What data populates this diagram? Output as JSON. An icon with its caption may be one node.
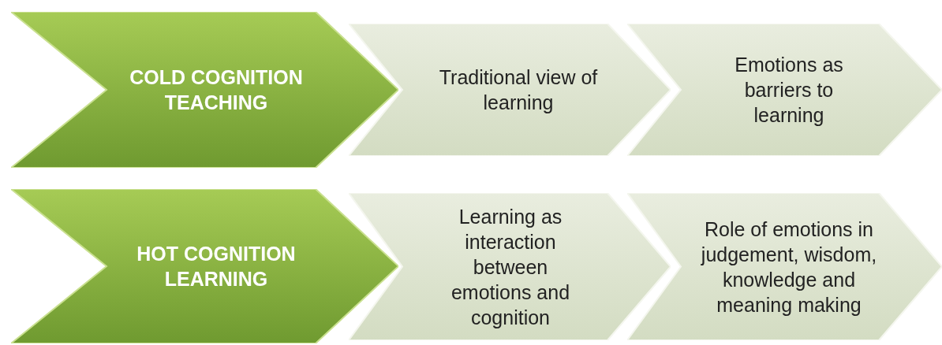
{
  "diagram": {
    "nodes": [
      {
        "text": [
          "COLD COGNITION TEACHING"
        ]
      },
      {
        "text": [
          "Traditional view of learning"
        ]
      },
      {
        "text": [
          "Emotions  as barriers to learning"
        ]
      },
      {
        "text": [
          "HOT COGNITION LEARNING"
        ]
      },
      {
        "text": [
          "Learning as interaction between emotions and cognition"
        ]
      },
      {
        "text": [
          "Role of emotions in judgement, wisdom, knowledge and meaning making"
        ]
      }
    ]
  }
}
